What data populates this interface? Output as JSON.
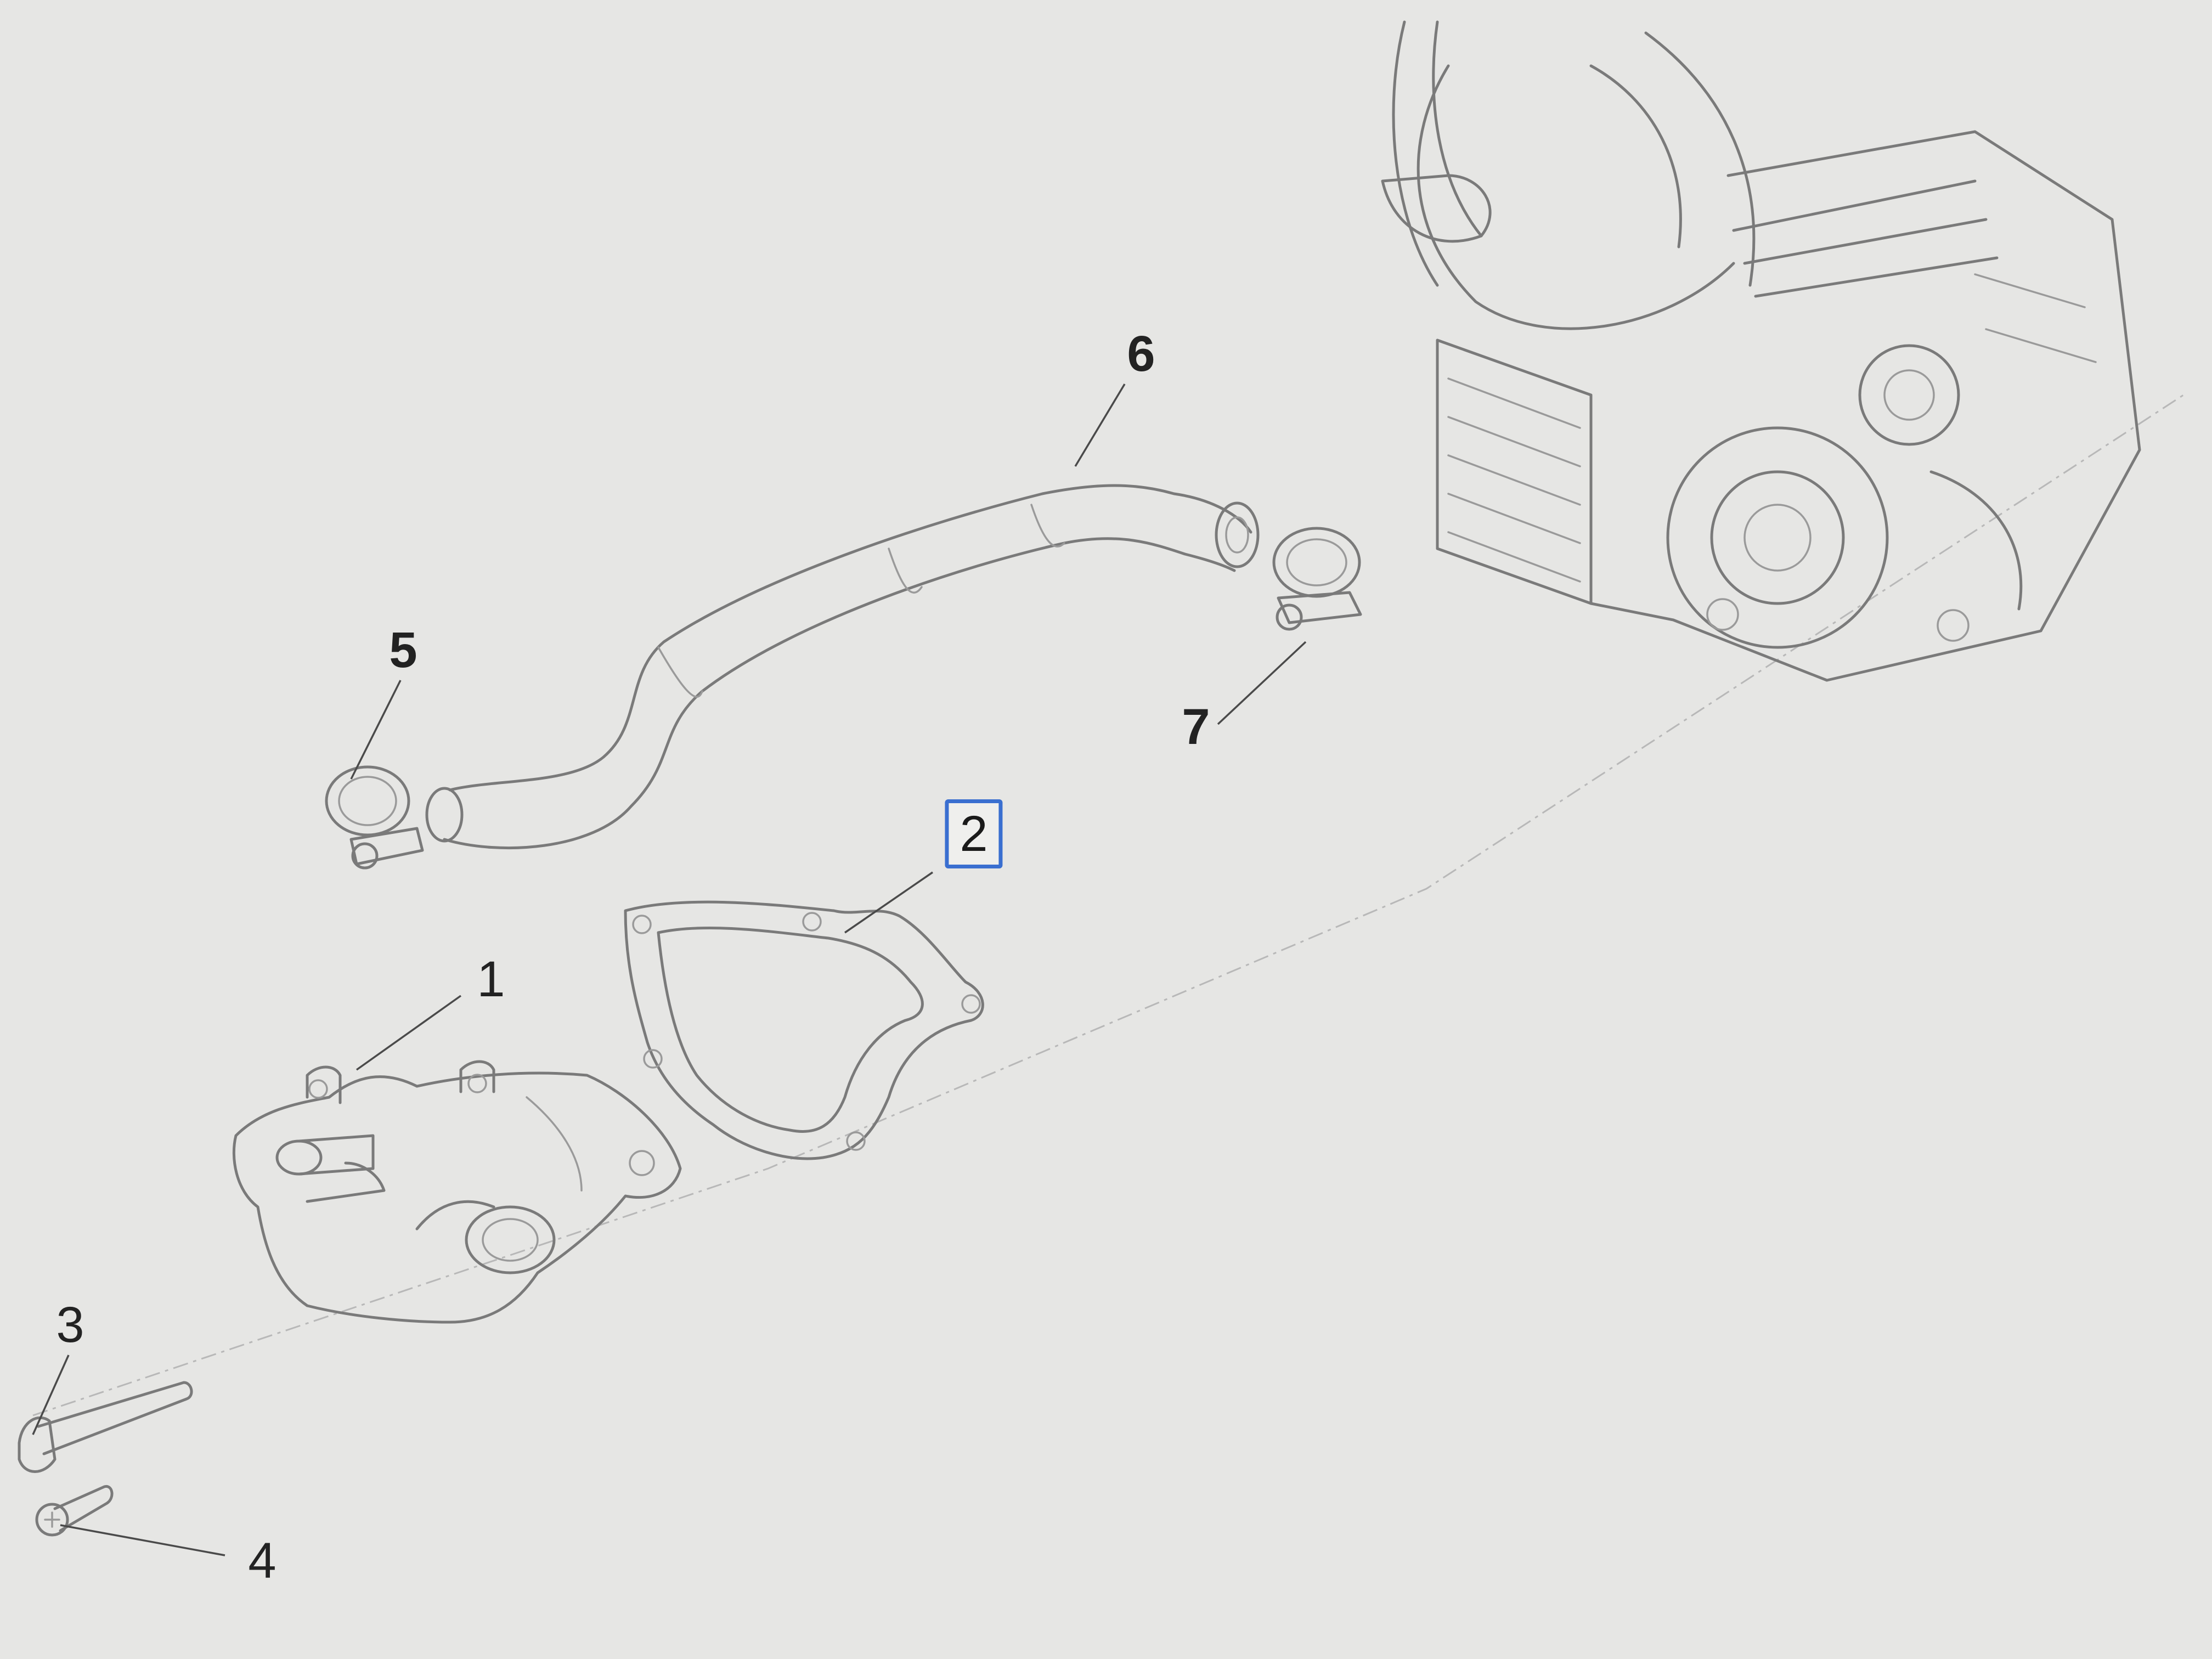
{
  "callouts": [
    {
      "id": "1",
      "label": "1"
    },
    {
      "id": "2",
      "label": "2",
      "selected": true
    },
    {
      "id": "3",
      "label": "3"
    },
    {
      "id": "4",
      "label": "4"
    },
    {
      "id": "5",
      "label": "5"
    },
    {
      "id": "6",
      "label": "6"
    },
    {
      "id": "7",
      "label": "7"
    }
  ],
  "colors": {
    "background": "#e6e6e4",
    "line_art": "#7a7a7a",
    "selection_border": "#3a6fd0"
  }
}
